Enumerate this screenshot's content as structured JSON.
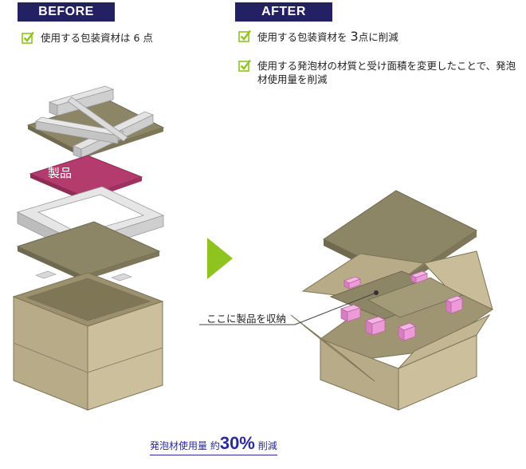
{
  "before": {
    "badge": "BEFORE",
    "bullets": [
      "使用する包装資材は 6 点"
    ]
  },
  "after": {
    "badge": "AFTER",
    "bullet1_pre": "使用する包装資材を",
    "bullet1_num": "3",
    "bullet1_post": "点に削減",
    "bullet2": "使用する発泡材の材質と受け面積を変更したことで、発泡材使用量を削減"
  },
  "labels": {
    "product": "製品",
    "callout": "ここに製品を収納"
  },
  "footer": {
    "pre": "発泡材使用量 約",
    "value": "30%",
    "post": "削減"
  },
  "colors": {
    "badge": "#232063",
    "check": "#8fc31f",
    "arrow": "#8fc31f",
    "product": "#b43b6d",
    "cushion": "#ec9ad8",
    "cardboard": "#b8ab88",
    "tray": "#8c8566",
    "frame": "#d8d8d8",
    "footer": "#2a2a9a"
  }
}
